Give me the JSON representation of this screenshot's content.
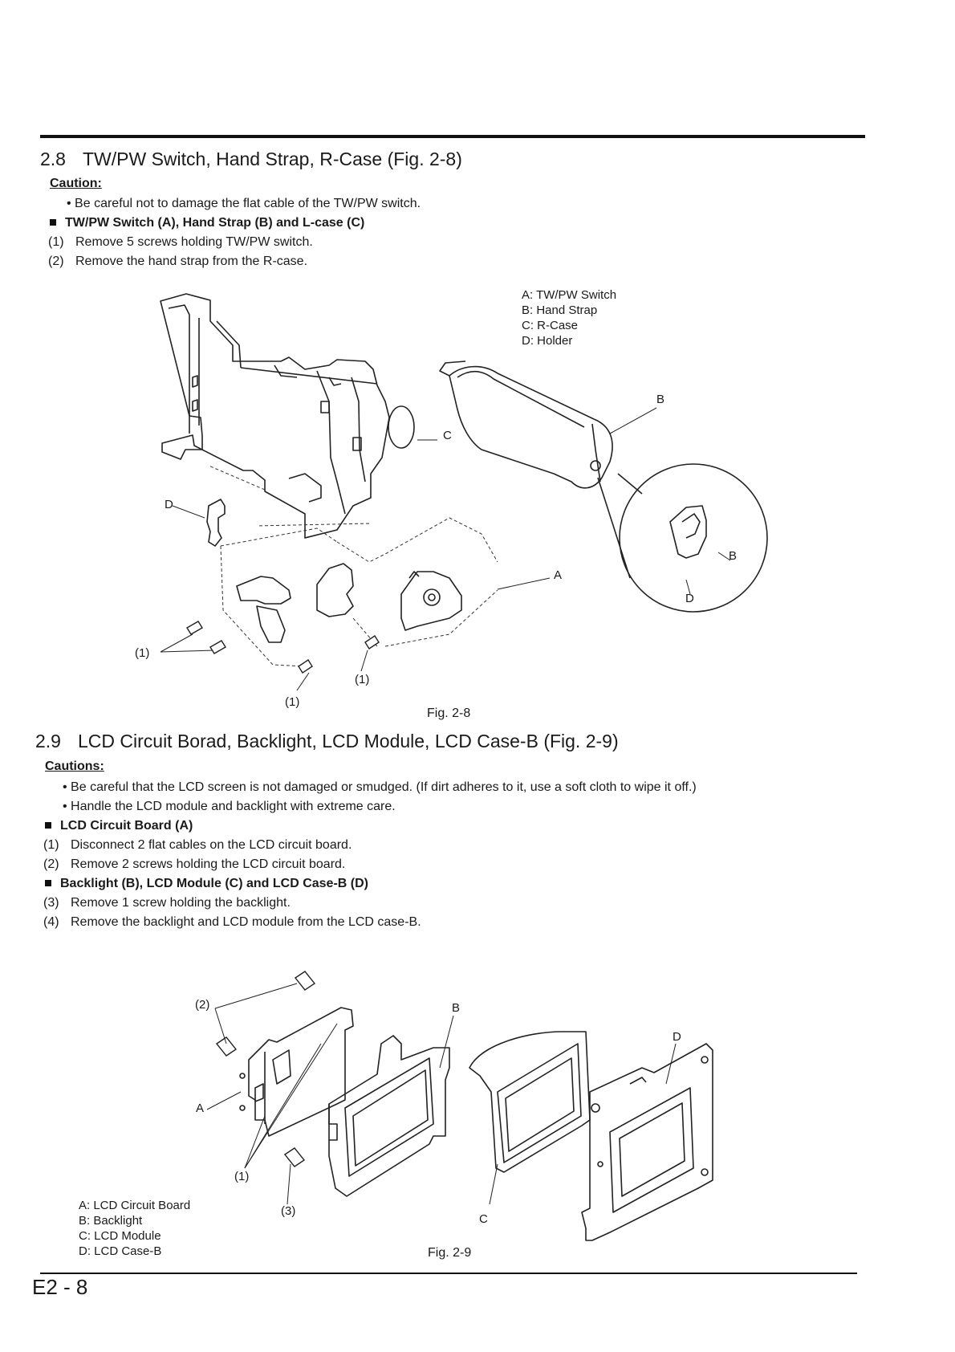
{
  "sec28": {
    "number": "2.8",
    "title": "TW/PW Switch, Hand Strap, R-Case (Fig. 2-8)",
    "caution_heading": "Caution:",
    "caution": "• Be careful not to damage the flat cable of the TW/PW switch.",
    "subheading": "TW/PW Switch (A), Hand Strap (B) and L-case (C)",
    "steps": [
      {
        "n": "(1)",
        "text": "Remove 5 screws holding TW/PW switch."
      },
      {
        "n": "(2)",
        "text": "Remove the hand strap from the R-case."
      }
    ],
    "legend": [
      "A: TW/PW Switch",
      "B: Hand Strap",
      "C: R-Case",
      "D: Holder"
    ],
    "callouts": {
      "A": "A",
      "B": "B",
      "B2": "B",
      "C": "C",
      "D": "D",
      "D2": "D",
      "s1a": "(1)",
      "s1b": "(1)",
      "s1c": "(1)"
    },
    "caption": "Fig. 2-8"
  },
  "sec29": {
    "number": "2.9",
    "title": "LCD Circuit Borad, Backlight, LCD Module, LCD Case-B (Fig. 2-9)",
    "caution_heading": "Cautions:",
    "cautions": [
      "• Be careful that the LCD screen is not damaged or smudged. (If dirt adheres to it, use a soft cloth to wipe it off.)",
      "• Handle the LCD module and backlight with extreme care."
    ],
    "subheading1": "LCD Circuit Board (A)",
    "steps1": [
      {
        "n": "(1)",
        "text": "Disconnect 2 flat cables on the LCD circuit board."
      },
      {
        "n": "(2)",
        "text": "Remove 2 screws holding the LCD circuit board."
      }
    ],
    "subheading2": "Backlight (B), LCD Module (C) and LCD Case-B (D)",
    "steps2": [
      {
        "n": "(3)",
        "text": "Remove 1 screw holding the backlight."
      },
      {
        "n": "(4)",
        "text": "Remove the backlight and LCD module from the LCD case-B."
      }
    ],
    "legend": [
      "A: LCD Circuit Board",
      "B: Backlight",
      "C: LCD Module",
      "D: LCD Case-B"
    ],
    "callouts": {
      "A": "A",
      "B": "B",
      "C": "C",
      "D": "D",
      "s2": "(2)",
      "s1": "(1)",
      "s3": "(3)"
    },
    "caption": "Fig. 2-9"
  },
  "page_number": "E2 - 8"
}
